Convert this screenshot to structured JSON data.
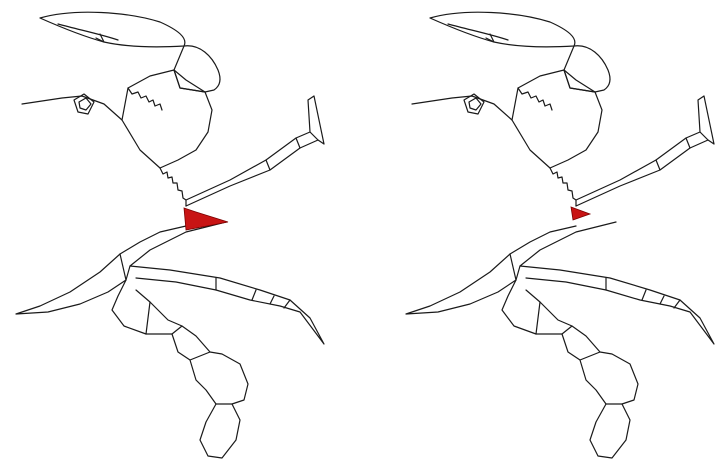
{
  "figure": {
    "panels": [
      {
        "id": "left",
        "highlight_size": "large"
      },
      {
        "id": "right",
        "highlight_size": "small"
      }
    ],
    "colors": {
      "outline": "#1a1a1a",
      "highlight": "#c81414",
      "background": "#ffffff"
    }
  }
}
